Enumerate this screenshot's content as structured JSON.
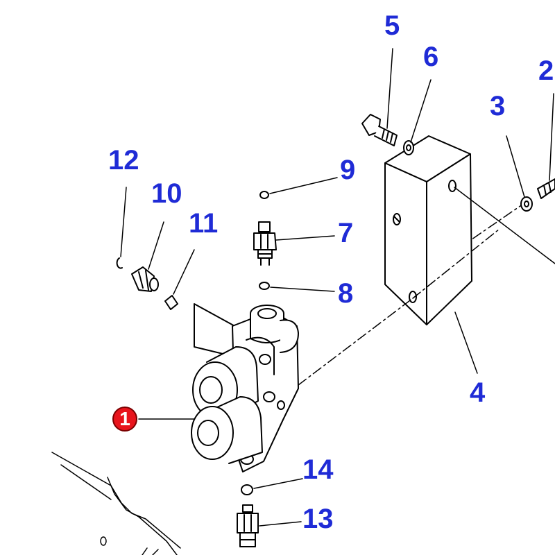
{
  "callouts": {
    "c1": "1",
    "c2": "2",
    "c3": "3",
    "c4": "4",
    "c5": "5",
    "c6": "6",
    "c7": "7",
    "c8": "8",
    "c9": "9",
    "c10": "10",
    "c11": "11",
    "c12": "12",
    "c13": "13",
    "c14": "14"
  },
  "colors": {
    "callout_text": "#1f2bd6",
    "badge_fill": "#e8141c",
    "line_art": "#000000",
    "background": "#ffffff"
  }
}
